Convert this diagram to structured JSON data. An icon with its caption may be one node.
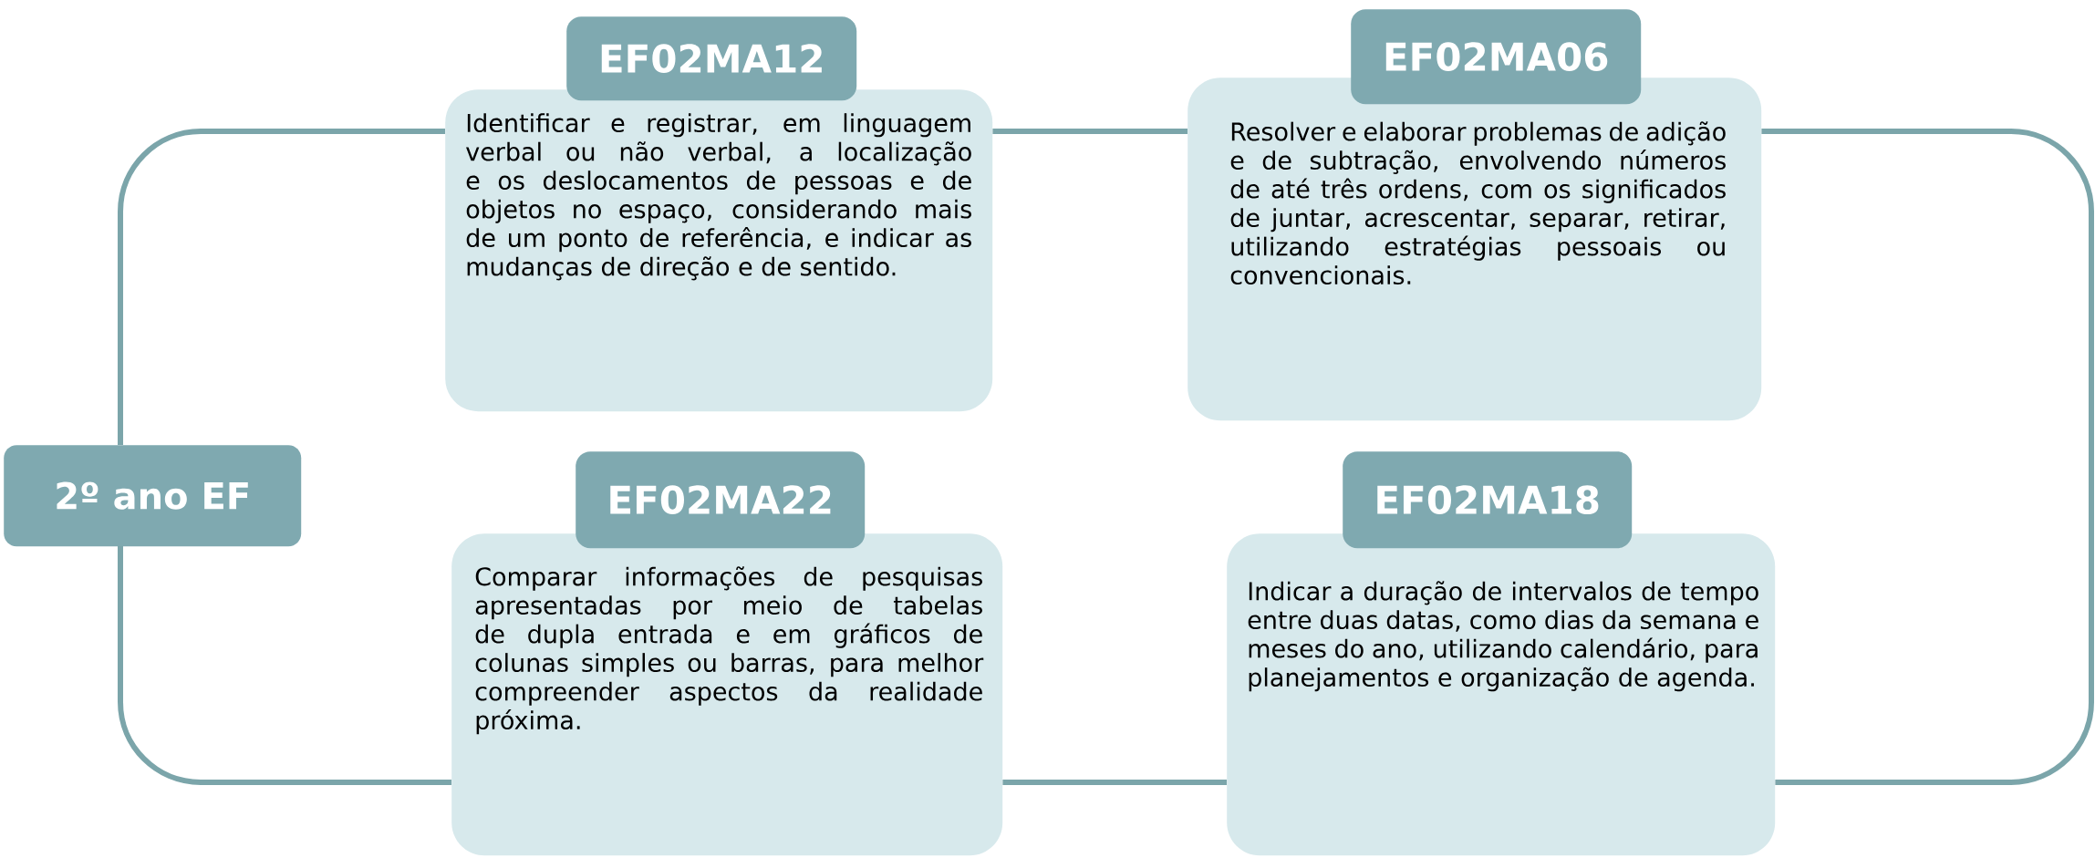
{
  "diagram": {
    "nodes": [
      {
        "text": [
          "2º ano EF"
        ]
      },
      {
        "text": [
          "EF02MA12",
          "Identificar e registrar, em linguagem verbal ou não verbal, a localização e os deslocamentos de pessoas e de objetos no espaço, considerando mais de um ponto de referência, e indicar as mudanças de direção e de sentido."
        ]
      },
      {
        "text": [
          "EF02MA06",
          "Resolver e elaborar problemas de adição e de subtração, envolvendo números de até três ordens, com os significados de juntar, acrescentar, separar, retirar, utilizando estratégias pessoais ou convencionais."
        ]
      },
      {
        "text": [
          "EF02MA22",
          "Comparar informações de pesquisas apresentadas por meio de tabelas de dupla entrada e em gráficos de colunas simples ou barras, para melhor compreender aspectos da realidade próxima."
        ]
      },
      {
        "text": [
          "EF02MA18",
          "Indicar a duração de intervalos de tempo entre duas datas, como dias da semana e meses do ano, utilizando calendário, para planejamentos e organização de agenda."
        ]
      }
    ],
    "edges": [
      {
        "from": 0,
        "to": 1,
        "arrow": "none"
      },
      {
        "from": 1,
        "to": 2,
        "arrow": "none"
      },
      {
        "from": 2,
        "to": 4,
        "arrow": "none"
      },
      {
        "from": 4,
        "to": 3,
        "arrow": "none"
      },
      {
        "from": 3,
        "to": 0,
        "arrow": "none"
      }
    ]
  }
}
